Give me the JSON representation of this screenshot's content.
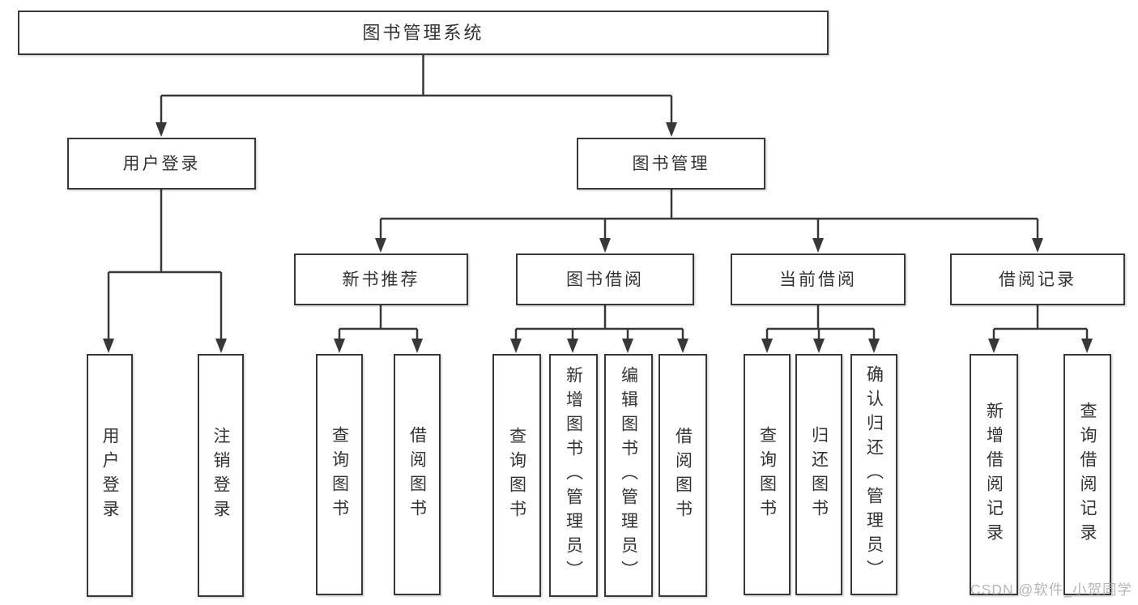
{
  "diagram": {
    "title": "图书管理系统",
    "level2": {
      "login": "用户登录",
      "management": "图书管理"
    },
    "login_children": {
      "user_login": "用户登录",
      "logout": "注销登录"
    },
    "management_children": {
      "new_books": "新书推荐",
      "book_borrow": "图书借阅",
      "current_borrow": "当前借阅",
      "borrow_records": "借阅记录"
    },
    "new_books_children": {
      "query_books": "查询图书",
      "borrow_books": "借阅图书"
    },
    "book_borrow_children": {
      "query_books": "查询图书",
      "add_books": "新增图书（管理员）",
      "edit_books": "编辑图书（管理员）",
      "borrow_books": "借阅图书"
    },
    "current_borrow_children": {
      "query_books": "查询图书",
      "return_books": "归还图书",
      "confirm_return": "确认归还（管理员）"
    },
    "borrow_records_children": {
      "add_record": "新增借阅记录",
      "query_record": "查询借阅记录"
    },
    "watermark": "CSDN @软件_小贺同学",
    "colors": {
      "line": "#383838",
      "text": "#333333",
      "watermark": "#9e9e9e",
      "background": "#ffffff"
    }
  }
}
